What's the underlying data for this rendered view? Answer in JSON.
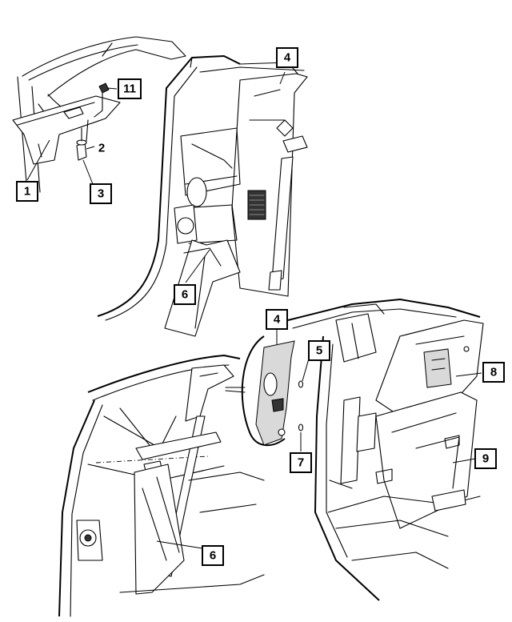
{
  "callouts": [
    {
      "id": "c1",
      "label": "1"
    },
    {
      "id": "c2",
      "label": "2"
    },
    {
      "id": "c3",
      "label": "3"
    },
    {
      "id": "c4a",
      "label": "4"
    },
    {
      "id": "c4b",
      "label": "4"
    },
    {
      "id": "c5",
      "label": "5"
    },
    {
      "id": "c6a",
      "label": "6"
    },
    {
      "id": "c6b",
      "label": "6"
    },
    {
      "id": "c7",
      "label": "7"
    },
    {
      "id": "c8",
      "label": "8"
    },
    {
      "id": "c9",
      "label": "9"
    },
    {
      "id": "c11",
      "label": "11"
    }
  ]
}
